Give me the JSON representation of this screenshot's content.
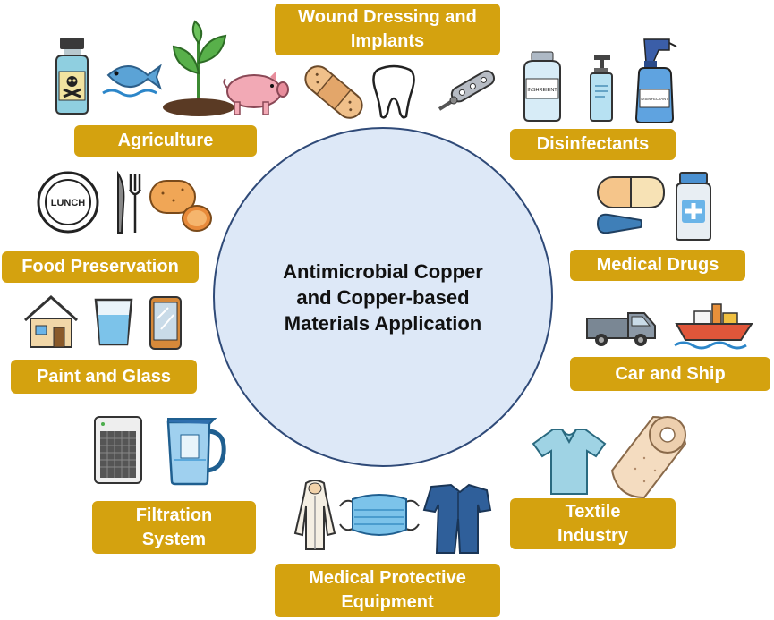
{
  "center": {
    "title": "Antimicrobial Copper and Copper-based Materials Application"
  },
  "categories": {
    "wound": "Wound Dressing and Implants",
    "agriculture": "Agriculture",
    "disinfectants": "Disinfectants",
    "food": "Food Preservation",
    "drugs": "Medical Drugs",
    "paint": "Paint and Glass",
    "car": "Car and Ship",
    "filtration": "Filtration System",
    "textile": "Textile Industry",
    "protective": "Medical Protective Equipment"
  },
  "icon_labels": {
    "plate": "LUNCH",
    "bottle_label": "INSHREIENT",
    "spray_label": "DISINFECTANT"
  },
  "colors": {
    "badge": "#d4a20f",
    "circle_fill": "#dde8f7",
    "circle_border": "#2f4a78"
  }
}
